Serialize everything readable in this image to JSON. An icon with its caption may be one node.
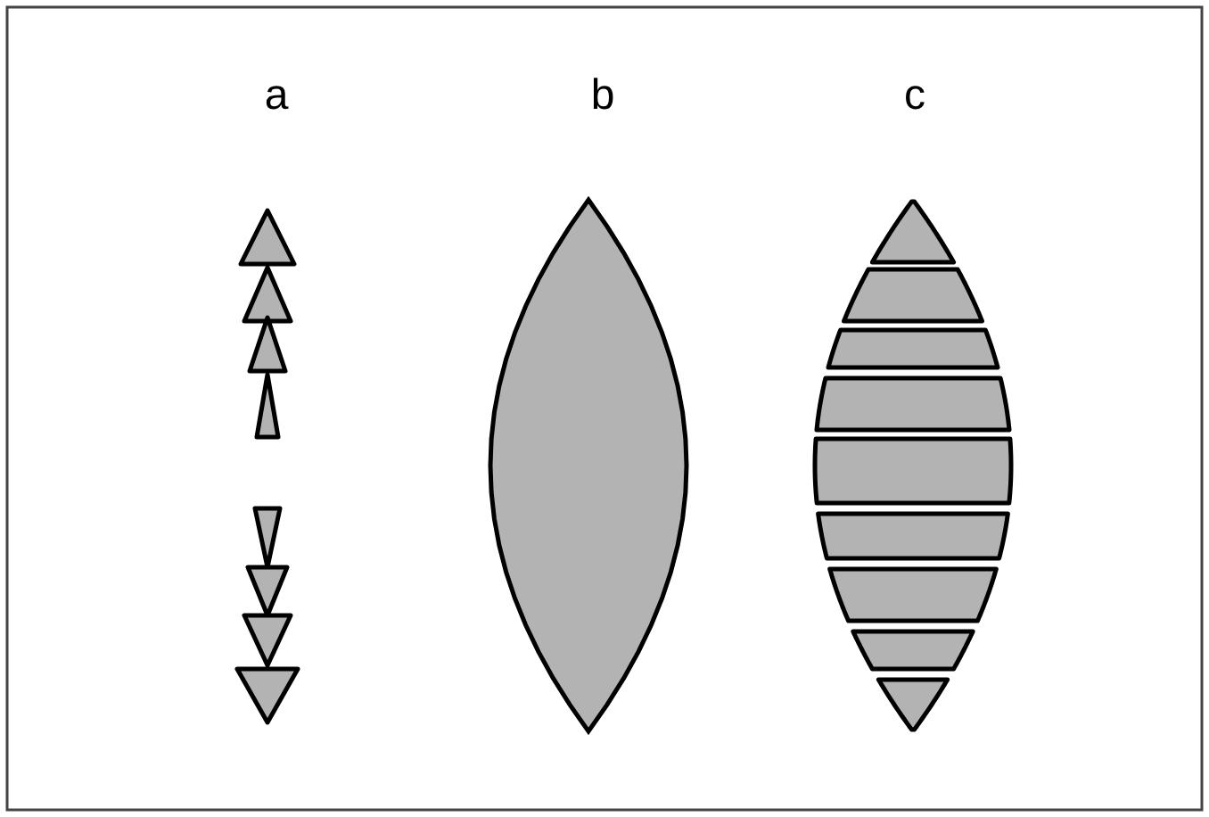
{
  "diagram": {
    "labels": [
      "a",
      "b",
      "c"
    ]
  }
}
